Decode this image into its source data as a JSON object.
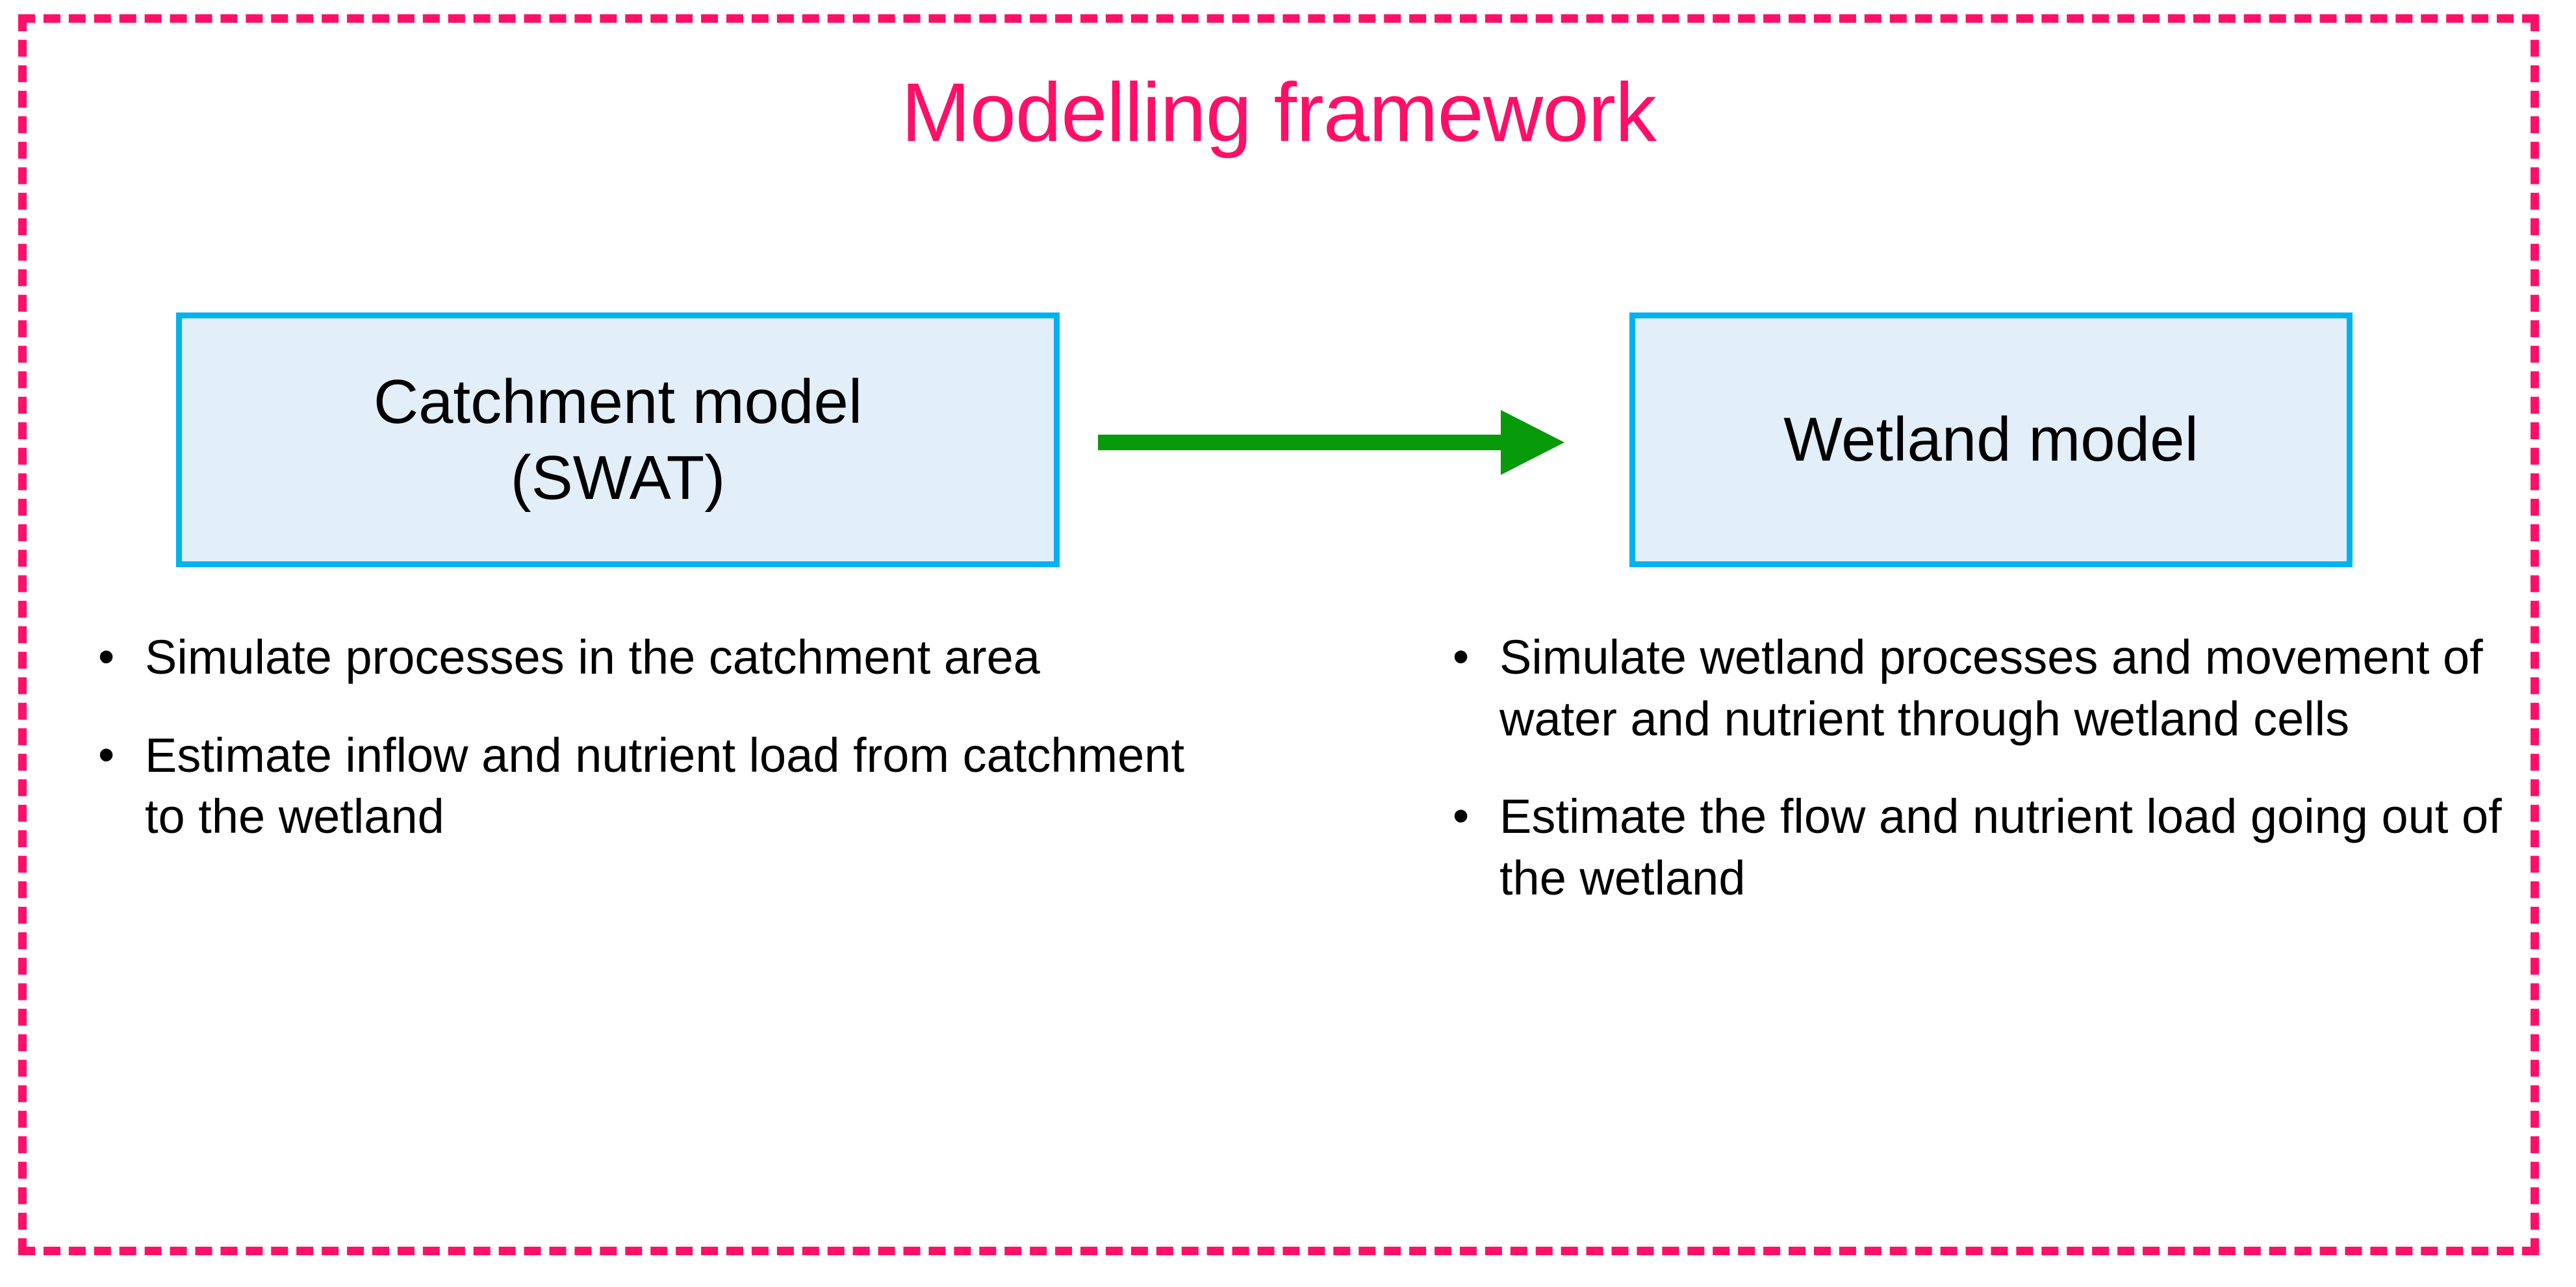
{
  "panel": {
    "title": "Modelling framework",
    "border_color": "#ff0f68",
    "title_color": "#ff0f68",
    "background": "#ffffff"
  },
  "boxes": {
    "catchment": {
      "label": "Catchment model\n(SWAT)",
      "fill_color": "#e2eef8",
      "border_color": "#00b2f0"
    },
    "wetland": {
      "label": "Wetland model",
      "fill_color": "#e2eef8",
      "border_color": "#00b2f0"
    }
  },
  "arrow": {
    "direction": "right",
    "color": "#079a09",
    "from": "Catchment model (SWAT)",
    "to": "Wetland model"
  },
  "bullet_marker": "•",
  "catchment_bullets": [
    "Simulate processes in the catchment area",
    "Estimate inflow and nutrient load from catchment to the wetland"
  ],
  "wetland_bullets": [
    "Simulate wetland processes and movement of water and nutrient through wetland cells",
    "Estimate the flow and nutrient load going out of the wetland"
  ]
}
